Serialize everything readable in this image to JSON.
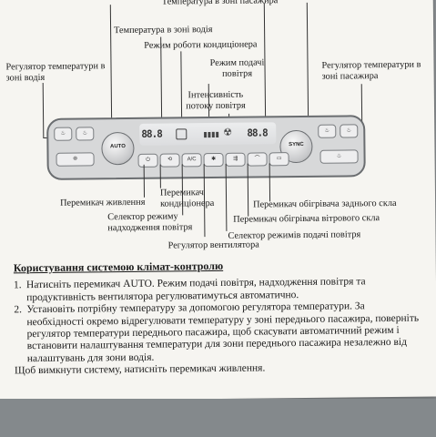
{
  "labels": {
    "top_cut": "Температура в зоні пасажира",
    "driver_temp_zone": "Температура в зоні водія",
    "ac_mode": "Режим роботи кондиціонера",
    "air_supply_mode": "Режим подачі повітря",
    "driver_temp_regulator": "Регулятор температури в зоні водія",
    "passenger_temp_regulator": "Регулятор температури в зоні пасажира",
    "airflow_intensity": "Інтенсивність потоку повітря",
    "power_switch": "Перемикач живлення",
    "ac_switch": "Перемикач кондиціонера",
    "rear_defrost": "Перемикач обігрівача заднього скла",
    "cooling_mode_selector": "Селектор режиму надходження повітря",
    "windshield_defrost": "Перемикач обігрівача вітрового скла",
    "air_mode_selector": "Селектор режимів подачі повітря",
    "fan_regulator": "Регулятор вентилятора"
  },
  "panel": {
    "left_temp": "88.8",
    "right_temp": "88.8",
    "auto_knob": "AUTO",
    "sync_knob": "SYNC",
    "ac_button": "A/C"
  },
  "section": {
    "title": "Користування системою клімат-контролю",
    "items": [
      {
        "n": "1.",
        "text": "Натисніть перемикач AUTO. Режим подачі повітря, надходження повітря та продуктивність вентилятора регулюватимуться автоматично."
      },
      {
        "n": "2.",
        "text": "Установіть потрібну температуру за допомогою регулятора температури. За необхідності окремо відрегулювати температуру у зоні переднього пасажира, поверніть регулятор температури переднього пасажира, щоб скасувати автоматичний режим і встановити налаштування температури для зони переднього пасажира незалежно від налаштувань для зони водія."
      }
    ],
    "footer": "Щоб вимкнути систему, натисніть перемикач живлення."
  }
}
